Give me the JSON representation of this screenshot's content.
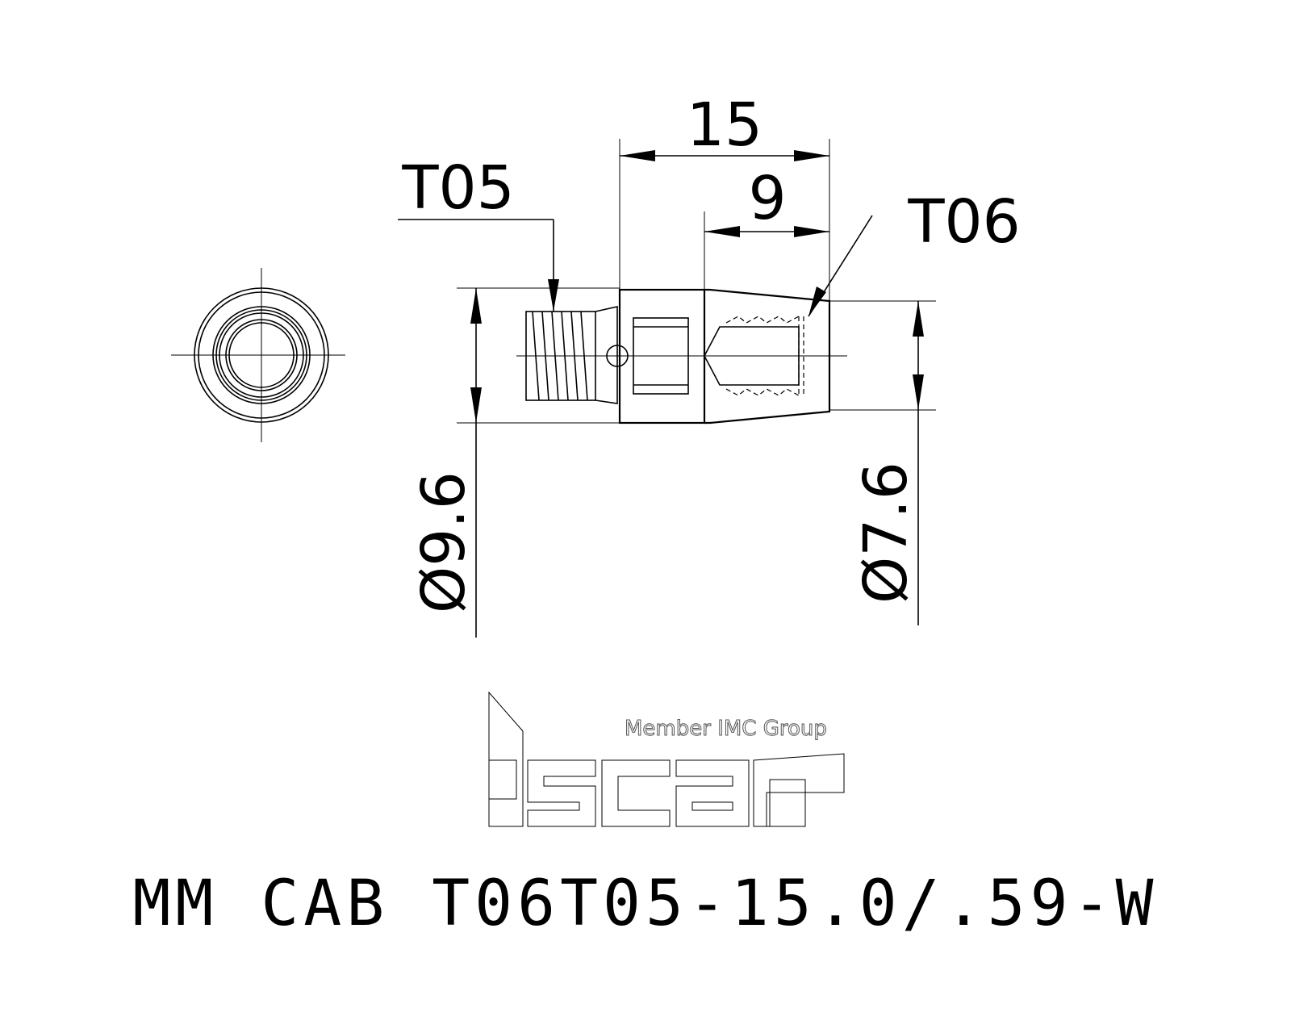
{
  "dimensions": {
    "overall_length": "15",
    "inner_length": "9",
    "large_diameter": "Ø9.6",
    "small_diameter": "Ø7.6"
  },
  "callouts": {
    "left_thread": "T05",
    "right_thread": "T06"
  },
  "logo": {
    "tagline": "Member IMC Group",
    "brand_icon": "iscar-logo"
  },
  "title": "MM CAB T06T05-15.0/.59-W"
}
